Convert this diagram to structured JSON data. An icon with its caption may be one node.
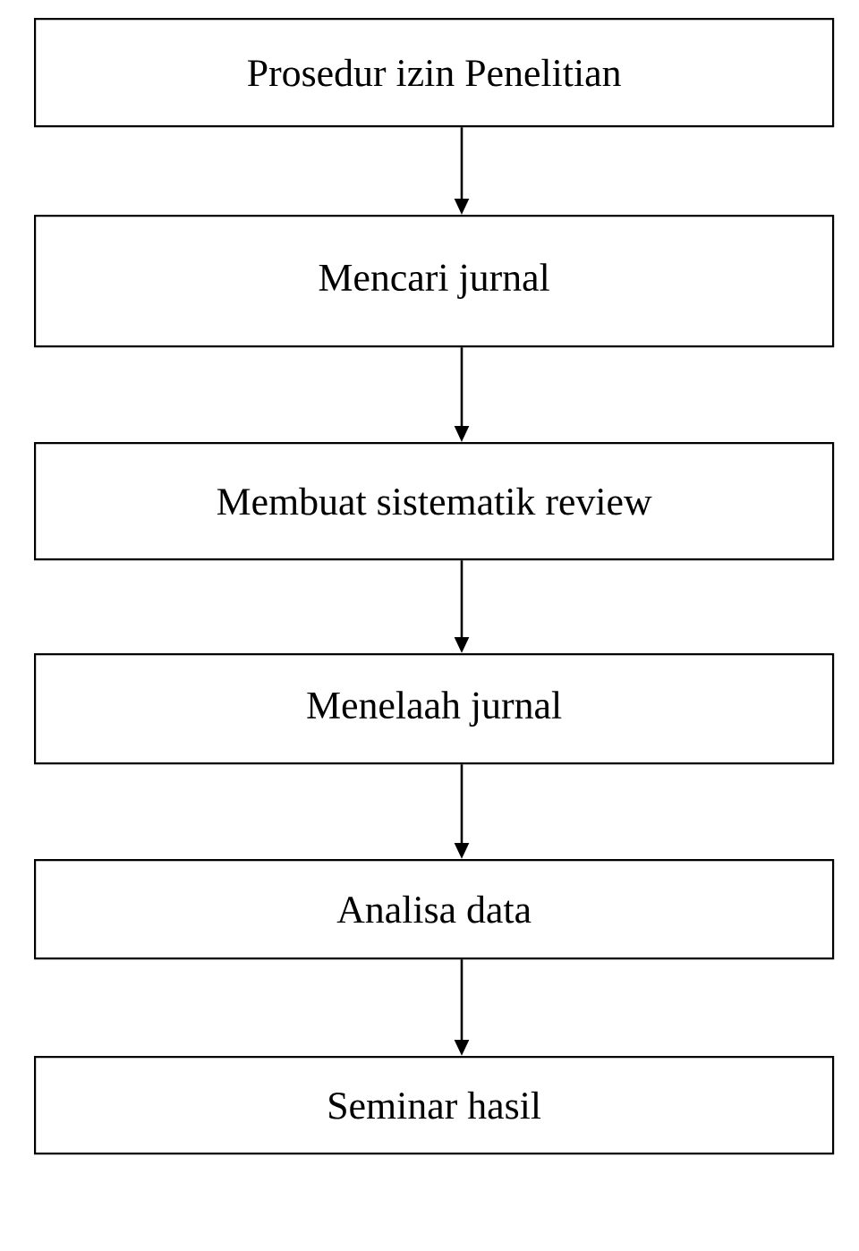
{
  "diagram": {
    "nodes": [
      {
        "text": [
          "Prosedur izin Penelitian"
        ]
      },
      {
        "text": [
          "Mencari jurnal"
        ]
      },
      {
        "text": [
          "Membuat sistematik review"
        ]
      },
      {
        "text": [
          "Menelaah jurnal"
        ]
      },
      {
        "text": [
          "Analisa data"
        ]
      },
      {
        "text": [
          "Seminar hasil"
        ]
      }
    ],
    "edges": [
      {
        "from": 0,
        "to": 1,
        "arrow": "to"
      },
      {
        "from": 1,
        "to": 2,
        "arrow": "to"
      },
      {
        "from": 2,
        "to": 3,
        "arrow": "to"
      },
      {
        "from": 3,
        "to": 4,
        "arrow": "to"
      },
      {
        "from": 4,
        "to": 5,
        "arrow": "to"
      }
    ]
  }
}
